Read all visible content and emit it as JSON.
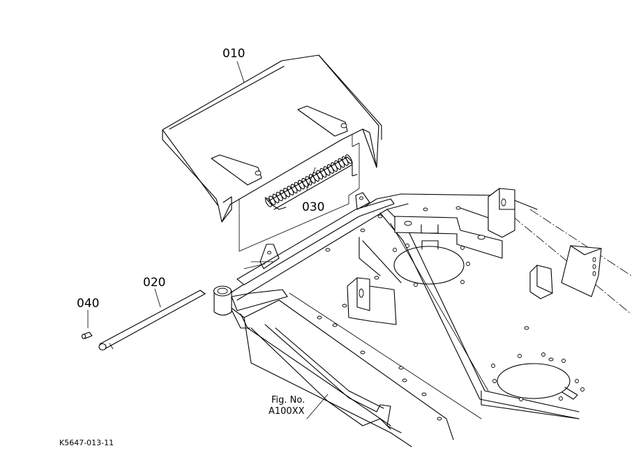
{
  "callouts": {
    "part_010": "010",
    "part_020": "020",
    "part_030": "030",
    "part_040": "040"
  },
  "reference": {
    "line1": "Fig. No.",
    "line2": "A100XX"
  },
  "diagram_code": "K5647-013-11"
}
